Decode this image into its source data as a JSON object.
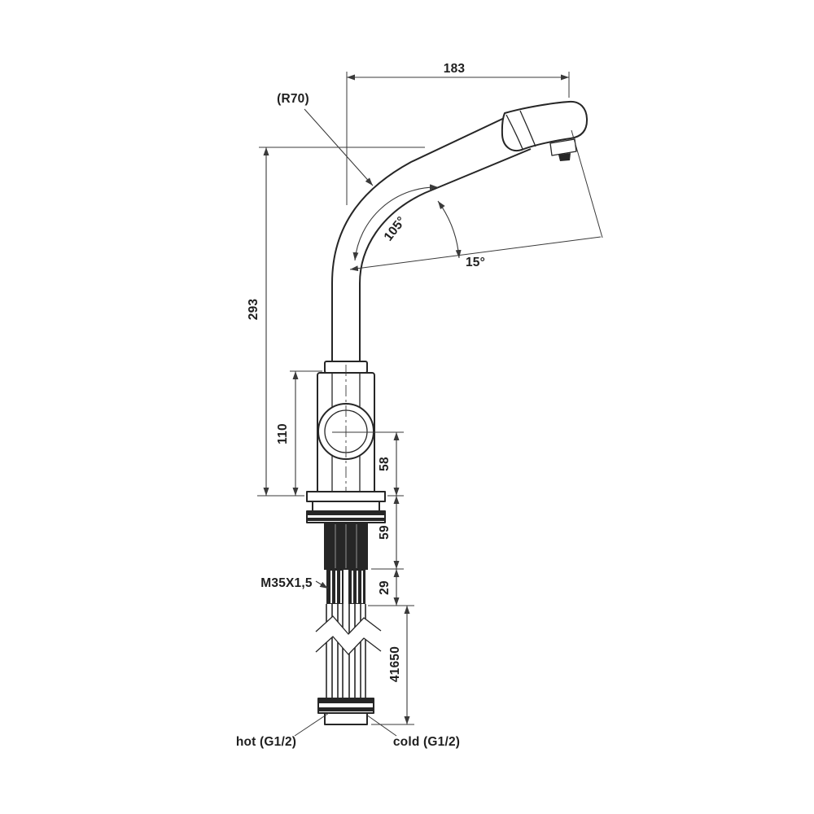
{
  "drawing": {
    "colors": {
      "outline": "#262626",
      "dimension": "#3a3a3a",
      "text": "#1f1f1f",
      "background": "#ffffff"
    },
    "labels": {
      "spout_reach": "183",
      "bend_radius": "(R70)",
      "bend_angle": "105°",
      "spout_angle": "15°",
      "overall_height": "293",
      "body_height": "110",
      "deck_to_handle": "58",
      "shank_length": "59",
      "thread": "M35X1,5",
      "thread_length": "29",
      "hose_length": "41650",
      "hot_connection": "hot (G1/2)",
      "cold_connection": "cold (G1/2)"
    }
  }
}
